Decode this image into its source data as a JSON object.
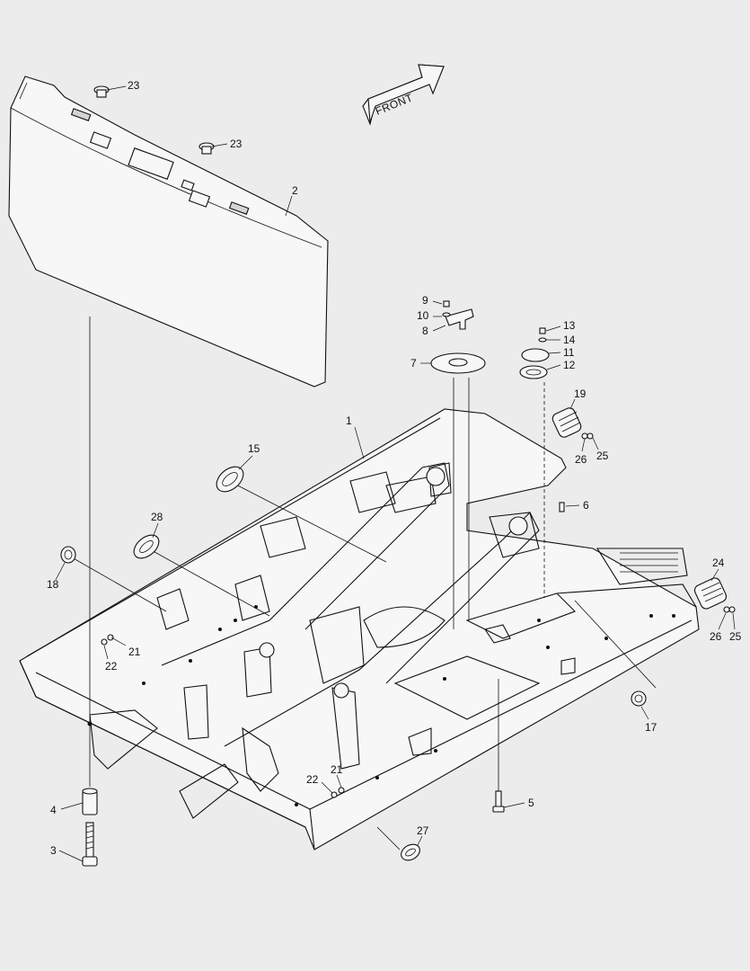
{
  "direction_label": "FRONT",
  "callouts": [
    {
      "id": "c23a",
      "text": "23"
    },
    {
      "id": "c23b",
      "text": "23"
    },
    {
      "id": "c2",
      "text": "2"
    },
    {
      "id": "c9",
      "text": "9"
    },
    {
      "id": "c10",
      "text": "10"
    },
    {
      "id": "c8",
      "text": "8"
    },
    {
      "id": "c7",
      "text": "7"
    },
    {
      "id": "c13",
      "text": "13"
    },
    {
      "id": "c14",
      "text": "14"
    },
    {
      "id": "c11",
      "text": "11"
    },
    {
      "id": "c12",
      "text": "12"
    },
    {
      "id": "c19",
      "text": "19"
    },
    {
      "id": "c1",
      "text": "1"
    },
    {
      "id": "c15",
      "text": "15"
    },
    {
      "id": "c26a",
      "text": "26"
    },
    {
      "id": "c25a",
      "text": "25"
    },
    {
      "id": "c6",
      "text": "6"
    },
    {
      "id": "c28",
      "text": "28"
    },
    {
      "id": "c18",
      "text": "18"
    },
    {
      "id": "c24",
      "text": "24"
    },
    {
      "id": "c21a",
      "text": "21"
    },
    {
      "id": "c22a",
      "text": "22"
    },
    {
      "id": "c26b",
      "text": "26"
    },
    {
      "id": "c25b",
      "text": "25"
    },
    {
      "id": "c17",
      "text": "17"
    },
    {
      "id": "c21b",
      "text": "21"
    },
    {
      "id": "c22b",
      "text": "22"
    },
    {
      "id": "c4",
      "text": "4"
    },
    {
      "id": "c5",
      "text": "5"
    },
    {
      "id": "c27",
      "text": "27"
    },
    {
      "id": "c3",
      "text": "3"
    }
  ]
}
